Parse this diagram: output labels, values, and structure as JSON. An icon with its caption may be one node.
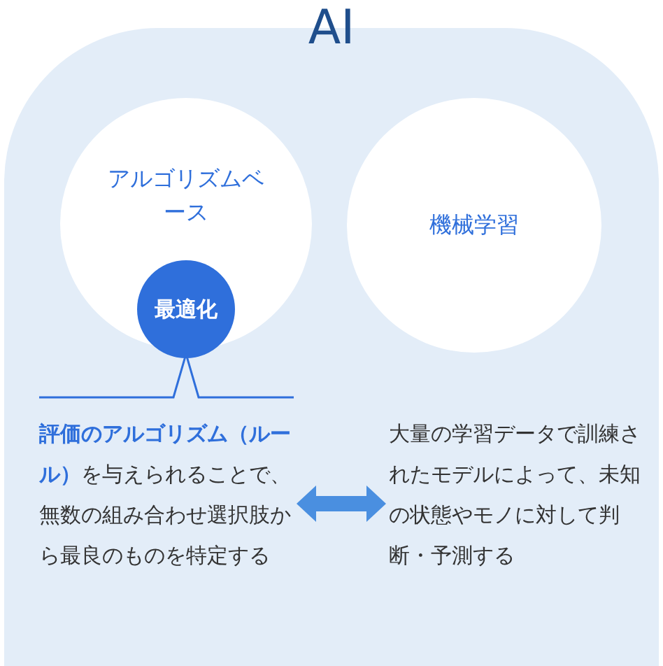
{
  "diagram": {
    "nodes": [
      {
        "text": [
          "AI"
        ]
      },
      {
        "text": [
          "アルゴリズムベース"
        ],
        "in": 0
      },
      {
        "text": [
          "最適化"
        ],
        "in": 1
      },
      {
        "text": [
          "機械学習"
        ],
        "in": 0
      },
      {
        "text": [
          "**評価のアルゴリズム（ルール）**を与えられることで、無数の組み合わせ選択肢から最良のものを特定する"
        ],
        "in": 0
      },
      {
        "text": [
          "大量の学習データで訓練されたモデルによって、未知の状態やモノに対して判断・予測する"
        ],
        "in": 0
      }
    ],
    "edges": [
      {
        "from": 4,
        "to": 5,
        "arrow": "both",
        "style": "thick"
      },
      {
        "from": 4,
        "to": 2,
        "arrow": "none"
      }
    ]
  }
}
